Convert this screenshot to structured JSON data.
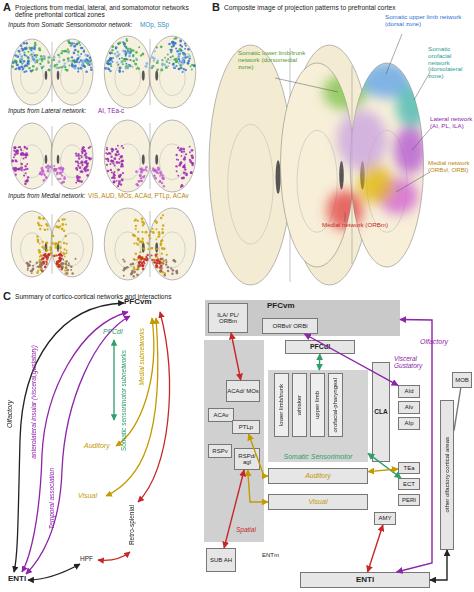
{
  "diagram": {
    "nodes": [
      {
        "text": [
          "PFCvm"
        ]
      },
      {
        "text": [
          "ILA/ PL/ ORBm"
        ],
        "in": 0
      },
      {
        "text": [
          "ORBvl/ ORBl"
        ],
        "in": 0
      },
      {
        "text": [
          "PFCdl"
        ]
      },
      {
        "text": [
          "Somatic Sensorimotor"
        ]
      },
      {
        "text": [
          "lower limb/trunk"
        ],
        "in": 4
      },
      {
        "text": [
          "whisker"
        ],
        "in": 4
      },
      {
        "text": [
          "upper limb"
        ],
        "in": 4
      },
      {
        "text": [
          "orofacial-pharyngeal"
        ],
        "in": 4
      },
      {
        "text": [
          "CLA"
        ]
      },
      {
        "text": [
          "AId"
        ]
      },
      {
        "text": [
          "AIv"
        ]
      },
      {
        "text": [
          "AIp"
        ]
      },
      {
        "text": [
          "ACAd/ MOs"
        ]
      },
      {
        "text": [
          "ACAv"
        ]
      },
      {
        "text": [
          "PTLp"
        ]
      },
      {
        "text": [
          "RSPv"
        ]
      },
      {
        "text": [
          "RSPd/ agl"
        ]
      },
      {
        "text": [
          "Auditory"
        ]
      },
      {
        "text": [
          "Visual"
        ]
      },
      {
        "text": [
          "TEa"
        ]
      },
      {
        "text": [
          "ECT"
        ]
      },
      {
        "text": [
          "PERI"
        ]
      },
      {
        "text": [
          "AMY"
        ]
      },
      {
        "text": [
          "MOB"
        ]
      },
      {
        "text": [
          "other olfactory cortical areas"
        ]
      },
      {
        "text": [
          "SUB AH"
        ]
      },
      {
        "text": [
          "ENTl"
        ]
      }
    ],
    "edges": [
      {
        "from": 2,
        "to": 10,
        "arrow": "both"
      },
      {
        "from": 0,
        "to": 27,
        "arrow": "both"
      },
      {
        "from": 3,
        "to": 4,
        "arrow": "both"
      },
      {
        "from": 4,
        "to": 21,
        "arrow": "both"
      },
      {
        "from": 13,
        "to": 1,
        "arrow": "both"
      },
      {
        "from": 18,
        "to": 15,
        "arrow": "both"
      },
      {
        "from": 19,
        "to": 17,
        "arrow": "both"
      },
      {
        "from": 18,
        "to": 20,
        "arrow": "both"
      },
      {
        "from": 23,
        "to": 27,
        "arrow": "both"
      },
      {
        "from": 24,
        "to": 25,
        "arrow": "none"
      },
      {
        "from": 25,
        "to": 27,
        "arrow": "both"
      },
      {
        "from": 26,
        "to": 17,
        "arrow": "both"
      }
    ],
    "labels": [
      "A",
      "Projections from medial, lateral, and somatomotor networks define prefrontal cortical zones",
      "Inputs from Somatic Sensoriomotor network:",
      "MOp, SSp",
      "Inputs from Lateral network:",
      "AI, TEa-c",
      "Inputs from Medial network:",
      "VIS, AUD, MOs, ACAd, PTLp, ACAv",
      "B",
      "Composite image of projection patterns to prefrontal cortex",
      "Somatic lower limb/trunk network (dorsomedial zone)",
      "Somatic upper limb network (dorsal zone)",
      "Somatic orofacial network (dorsolateral zone)",
      "Lateral network (AI, PL, ILA)",
      "Medial network (ORBvl, ORBl)",
      "Medial network (ORBm)",
      "C",
      "Summary of cortico-cortical networks and interactions",
      "PFCvm",
      "Olfactory",
      "anterolateral insular (visceral,gustatory)",
      "Temporal association",
      "PFCdl",
      "Somatic sensorimotor subnetworks",
      "Medial subnetworks",
      "Auditory",
      "Visual",
      "Retro-splenial",
      "HPF",
      "ENTl",
      "Visceral Gustatory",
      "Olfactory",
      "Spatial",
      "ENTm"
    ]
  }
}
